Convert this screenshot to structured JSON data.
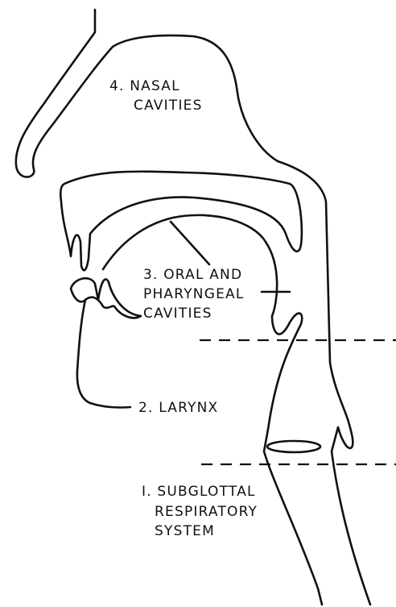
{
  "labels": {
    "nasal": [
      "4. NASAL",
      "CAVITIES"
    ],
    "oral": [
      "3. ORAL AND",
      "PHARYNGEAL",
      "CAVITIES"
    ],
    "larynx": [
      "2. LARYNX"
    ],
    "subglottal": [
      "I. SUBGLOTTAL",
      "RESPIRATORY",
      "SYSTEM"
    ]
  }
}
